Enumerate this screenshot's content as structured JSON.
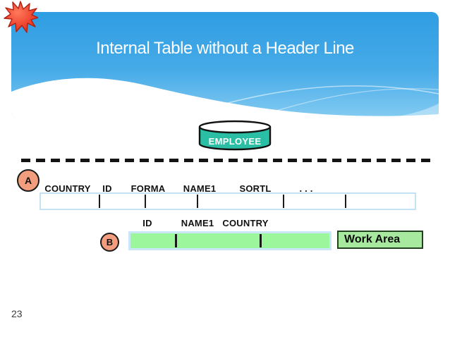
{
  "slide": {
    "title": "Internal Table without a Header Line",
    "page_number": "23"
  },
  "database": {
    "label": "EMPLOYEE"
  },
  "internal_table": {
    "marker": "A",
    "headers": [
      "COUNTRY",
      "ID",
      "FORMA",
      "NAME1",
      "SORTL",
      ". . ."
    ]
  },
  "work_area": {
    "marker": "B",
    "headers": [
      "ID",
      "NAME1",
      "COUNTRY"
    ],
    "label": "Work Area"
  },
  "colors": {
    "banner_blue_top": "#339fe2",
    "banner_blue_bottom": "#7fc9f2",
    "cylinder_teal": "#2abfa4",
    "row_green": "#9cf69c",
    "work_area_green": "#a6e99f",
    "marker_salmon": "#f29e7e",
    "starburst_red": "#e23822",
    "table_border_blue": "#c3e2f4"
  }
}
